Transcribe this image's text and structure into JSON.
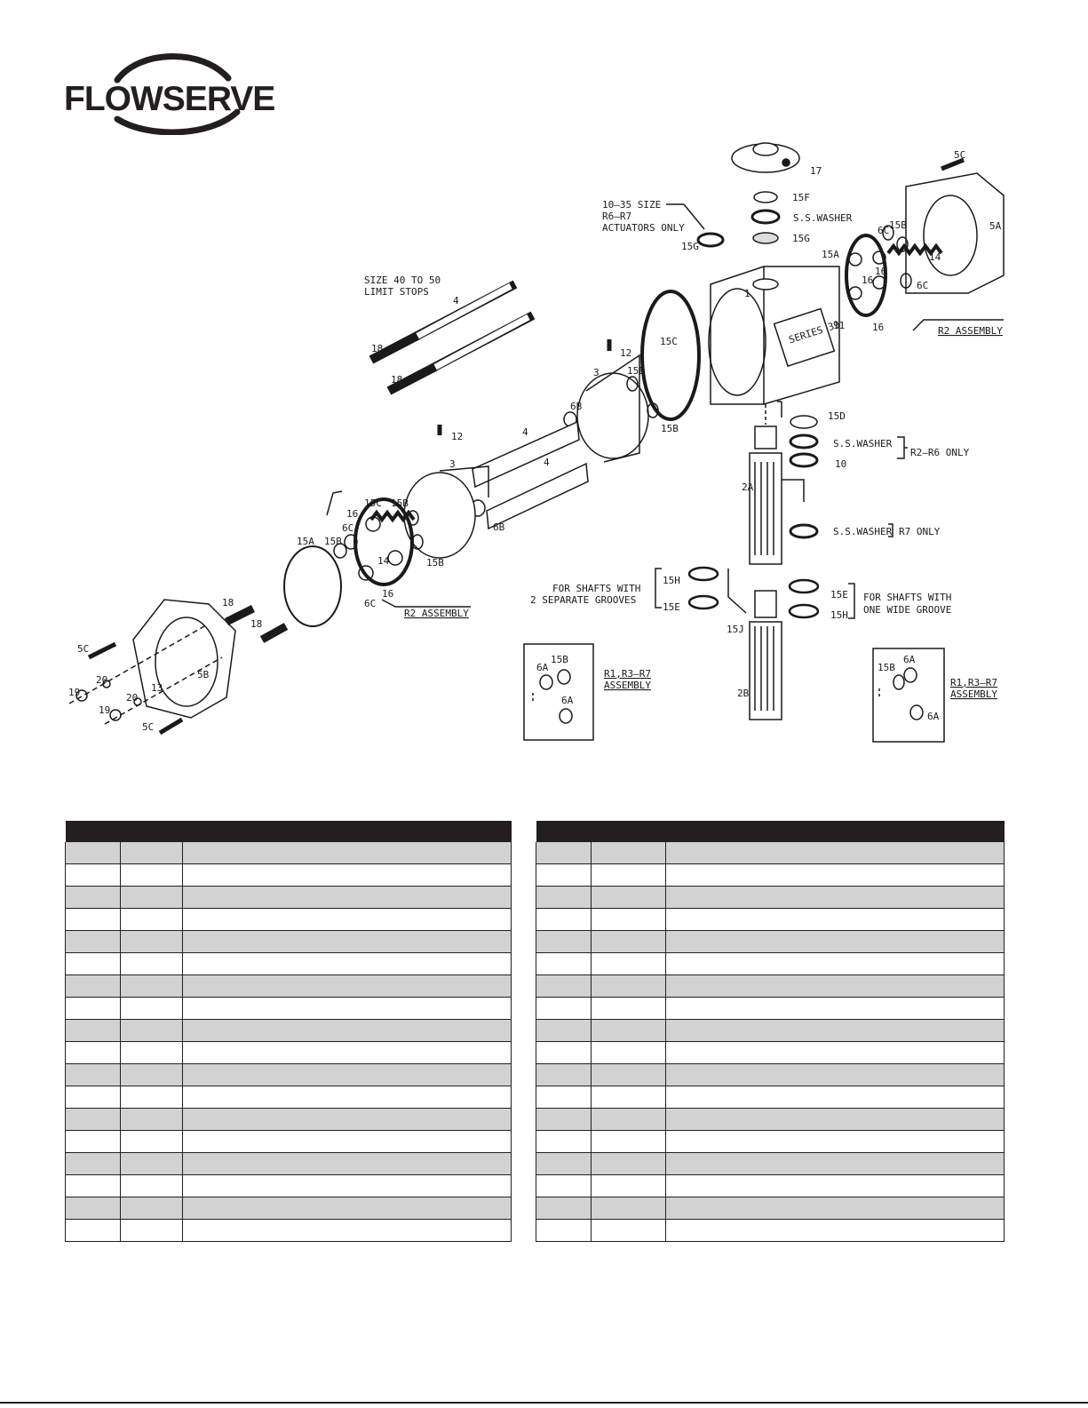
{
  "brand": {
    "logo_text": "FLOWSERVE"
  },
  "drawing": {
    "labels": {
      "l17": "17",
      "l15f": "15F",
      "lsswash_top": "S.S.WASHER",
      "l15g_top": "15G",
      "note_1035_a": "10–35 SIZE",
      "note_1035_b": "R6–R7",
      "note_1035_c": "ACTUATORS ONLY",
      "l15g_left": "15G",
      "l5c_top": "5C",
      "l5a": "5A",
      "l6c_top": "6C",
      "l15b_top": "15B",
      "l15a_top": "15A",
      "l14_top": "14",
      "l16_top_a": "16",
      "l16_top_b": "16",
      "l16_top_c": "16",
      "l6c_top_b": "6C",
      "r2_top": "R2 ASSEMBLY",
      "l1": "1",
      "l11": "11",
      "nameplate": "SERIES 39",
      "limit_a": "SIZE 40 TO 50",
      "limit_b": "LIMIT STOPS",
      "l4_top": "4",
      "l18_a": "18",
      "l18_b": "18",
      "l12_right": "12",
      "l15c_right": "15C",
      "l3_right": "3",
      "l15b_right_a": "15B",
      "l15b_right_b": "15B",
      "l6b_right": "6B",
      "l12_left": "12",
      "l4_mid_a": "4",
      "l4_mid_b": "4",
      "l3_left": "3",
      "l6b_left": "6B",
      "l15c_left": "15C",
      "l15b_left_a": "15B",
      "l16_left_a": "16",
      "l6c_left_a": "6C",
      "l15a_left": "15A",
      "l15b_left_b": "15B",
      "l14_left": "14",
      "l15b_left_c": "15B",
      "l16_left_b": "16",
      "l6c_left_b": "6C",
      "r2_left": "R2 ASSEMBLY",
      "l18_c": "18",
      "l18_d": "18",
      "l5c_left": "5C",
      "l5b": "5B",
      "l20_a": "20",
      "l13": "13",
      "l19_a": "19",
      "l20_b": "20",
      "l19_b": "19",
      "l5c_bottom": "5C",
      "l15d": "15D",
      "ss_r2": "S.S.WASHER",
      "l10": "10",
      "r2r6_only": "R2–R6 ONLY",
      "l2a": "2A",
      "ss_r7": "S.S.WASHER",
      "r7_only": "R7 ONLY",
      "grooves_left_a": "FOR SHAFTS WITH",
      "grooves_left_b": "2 SEPARATE GROOVES",
      "l15h_left": "15H",
      "l15e_left": "15E",
      "l15e_right": "15E",
      "l15h_right": "15H",
      "grooves_right_a": "FOR SHAFTS WITH",
      "grooves_right_b": "ONE WIDE GROOVE",
      "l15j": "15J",
      "l2b": "2B",
      "box1_6a_a": "6A",
      "box1_15b": "15B",
      "box1_6a_b": "6A",
      "box1_title_a": "R1,R3–R7",
      "box1_title_b": "ASSEMBLY",
      "box2_15b": "15B",
      "box2_6a_a": "6A",
      "box2_6a_b": "6A",
      "box2_title_a": "R1,R3–R7",
      "box2_title_b": "ASSEMBLY"
    }
  },
  "parts_tables": {
    "row_count": 18,
    "left": {
      "columns": 3
    },
    "right": {
      "columns": 3
    }
  },
  "colors": {
    "header_fill": "#231f20",
    "shade_fill": "#d2d2d3"
  }
}
